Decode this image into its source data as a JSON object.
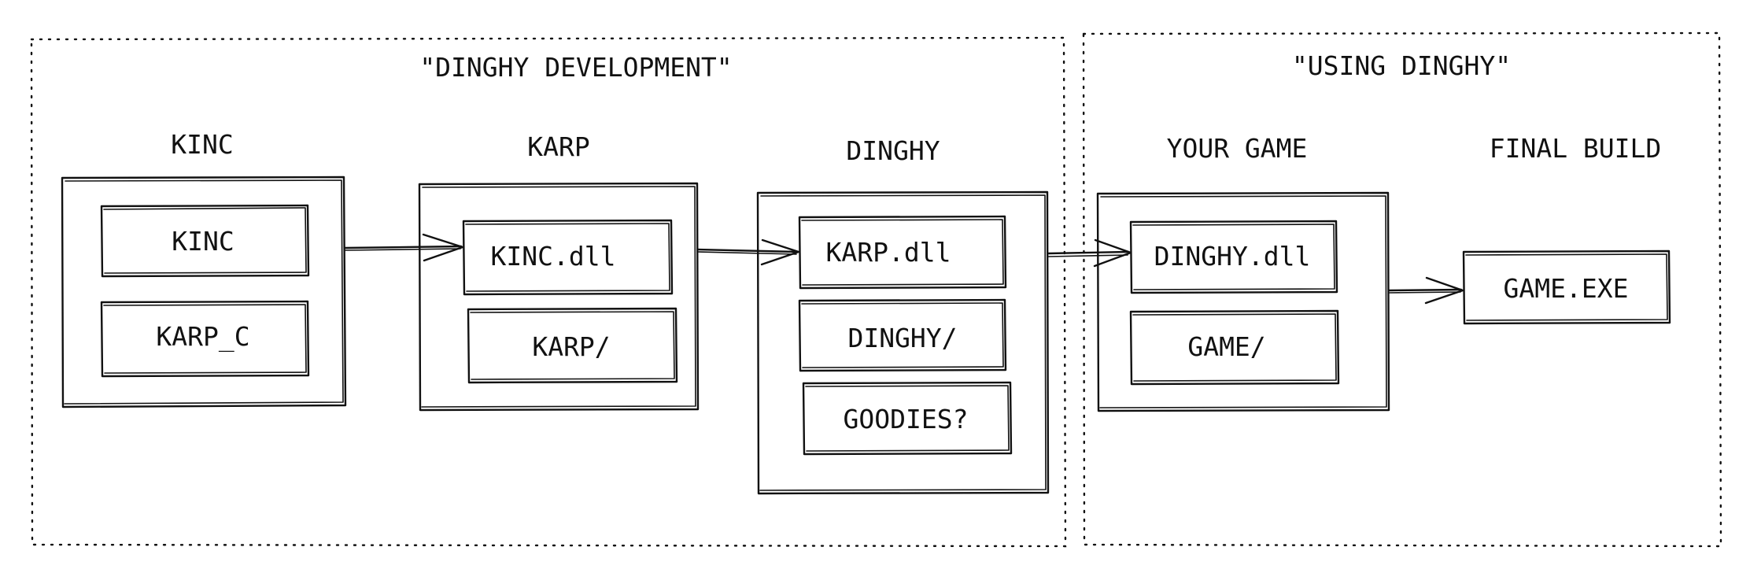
{
  "groups": {
    "development": {
      "title": "\"DINGHY DEVELOPMENT\""
    },
    "using": {
      "title": "\"USING DINGHY\""
    }
  },
  "columns": {
    "kinc": {
      "header": "KINC",
      "items": [
        "KINC",
        "KARP_C"
      ]
    },
    "karp": {
      "header": "KARP",
      "items": [
        "KINC.dll",
        "KARP/"
      ]
    },
    "dinghy": {
      "header": "DINGHY",
      "items": [
        "KARP.dll",
        "DINGHY/",
        "GOODIES?"
      ]
    },
    "your_game": {
      "header": "YOUR GAME",
      "items": [
        "DINGHY.dll",
        "GAME/"
      ]
    },
    "final_build": {
      "header": "FINAL BUILD",
      "items": [
        "GAME.EXE"
      ]
    }
  }
}
